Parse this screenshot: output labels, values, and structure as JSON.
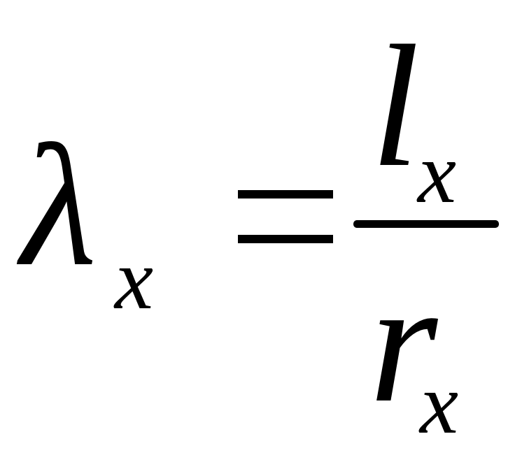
{
  "formula": {
    "lhs": {
      "symbol": "λ",
      "subscript": "x"
    },
    "operator": "=",
    "rhs": {
      "numerator": {
        "symbol": "l",
        "subscript": "x"
      },
      "denominator": {
        "symbol": "r",
        "subscript": "x"
      }
    }
  }
}
